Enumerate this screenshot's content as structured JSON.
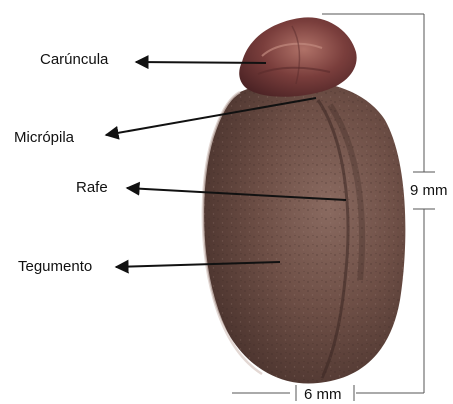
{
  "labels": {
    "caruncula": "Carúncula",
    "micropila": "Micrópila",
    "rafe": "Rafe",
    "tegumento": "Tegumento"
  },
  "dimensions": {
    "height": "9 mm",
    "width": "6 mm"
  },
  "colors": {
    "seed_coat": "#6e4f46",
    "seed_coat_dark": "#3f2a25",
    "caruncle": "#7a3e3c",
    "caruncle_highlight": "#b07268",
    "arrow": "#111111",
    "dimension_line": "#555555"
  }
}
